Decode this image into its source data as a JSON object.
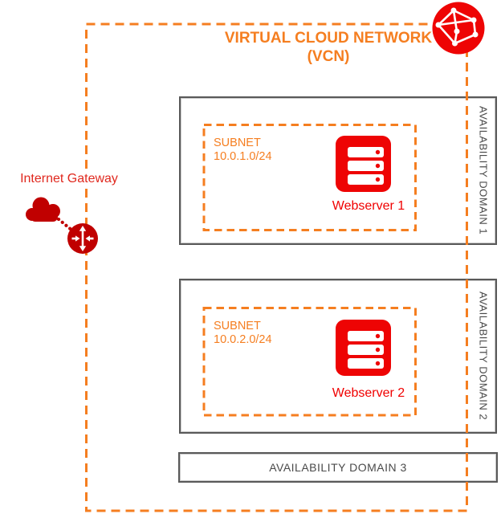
{
  "title": {
    "line1": "VIRTUAL CLOUD NETWORK",
    "line2": "(VCN)"
  },
  "internet_gateway": {
    "label": "Internet Gateway"
  },
  "availability_domains": [
    {
      "label": "AVAILABILITY DOMAIN 1",
      "subnet": {
        "title": "SUBNET",
        "cidr": "10.0.1.0/24"
      },
      "server": {
        "label": "Webserver 1"
      }
    },
    {
      "label": "AVAILABILITY DOMAIN 2",
      "subnet": {
        "title": "SUBNET",
        "cidr": "10.0.2.0/24"
      },
      "server": {
        "label": "Webserver 2"
      }
    },
    {
      "label": "AVAILABILITY DOMAIN 3"
    }
  ],
  "icons": {
    "vcn": "network-polygon-icon",
    "internet": "cloud-icon",
    "gateway": "router-arrows-icon",
    "server": "server-stack-icon"
  },
  "colors": {
    "orange": "#F57E20",
    "bright_red": "#EE0404",
    "dark_red": "#C00000",
    "gateway_label_red": "#E0281E",
    "webserver_label_red": "#F00000",
    "border_gray": "#595959",
    "text_gray": "#4A4A4A"
  }
}
